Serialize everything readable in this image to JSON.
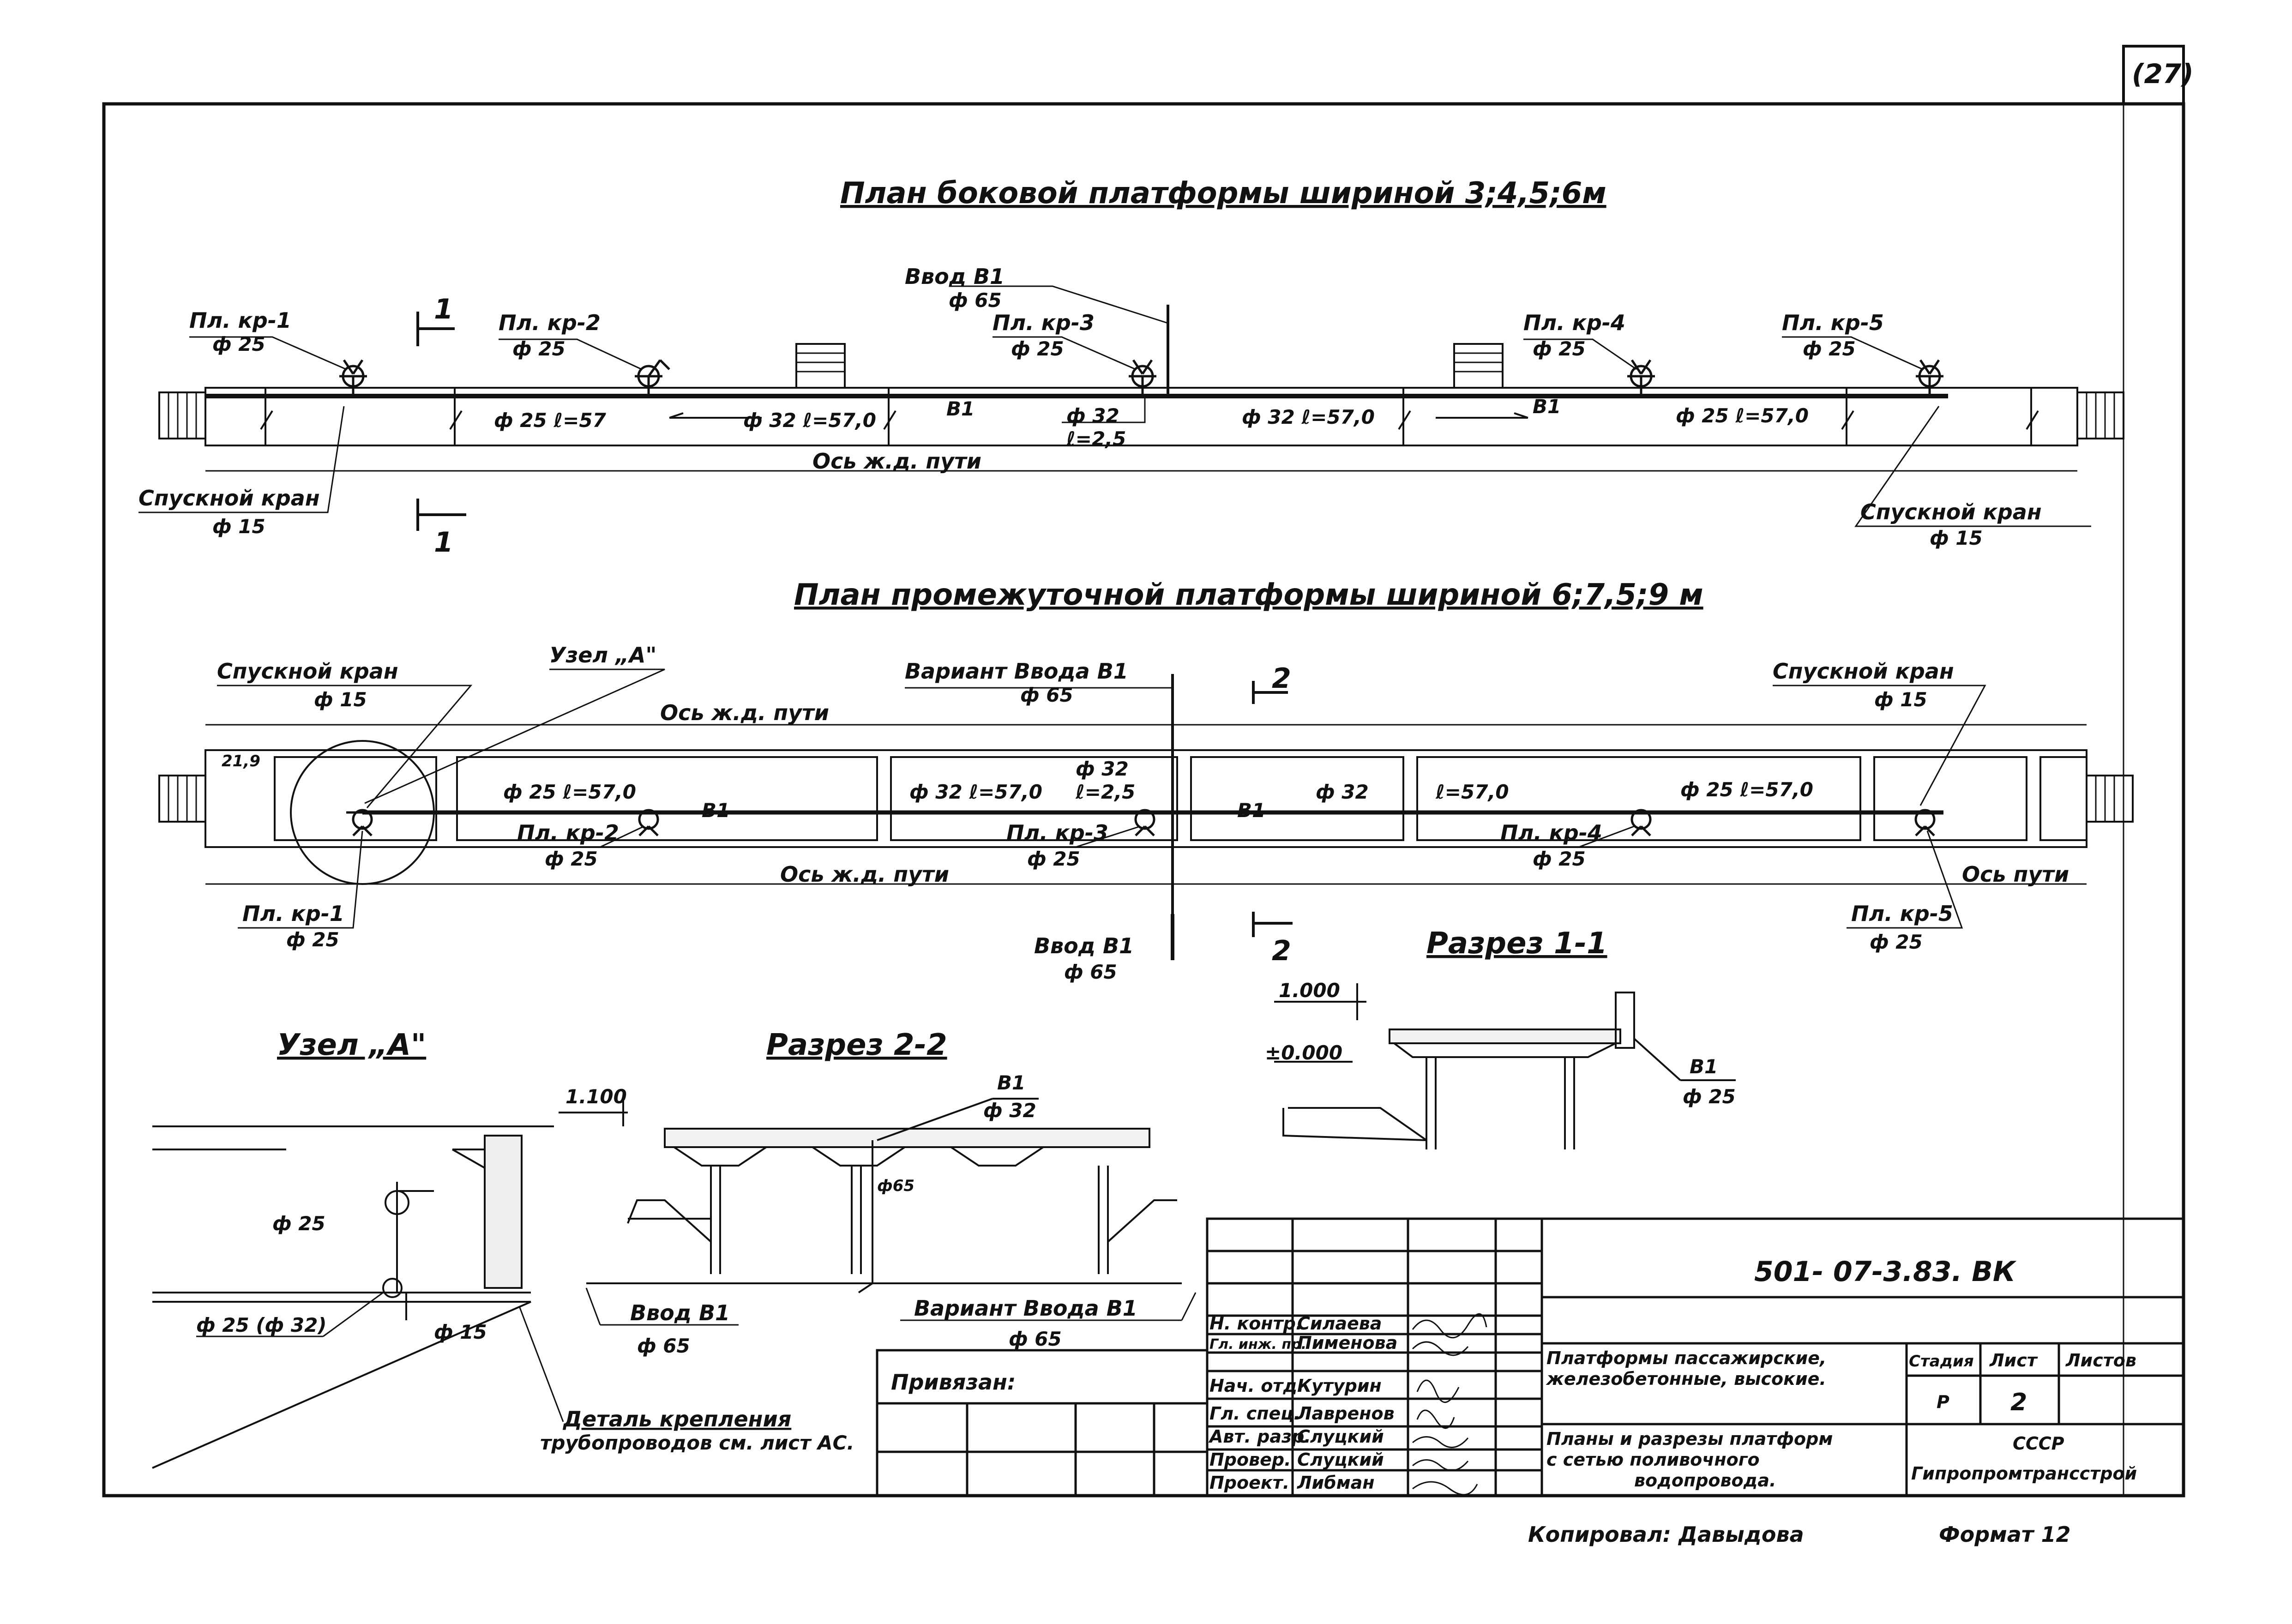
{
  "sheet_corner": "(27)",
  "plan1": {
    "title": "План боковой платформы   шириной 3;4,5;6м",
    "vvod": "Ввод В1",
    "vvod_d": "ф 65",
    "kr1": "Пл. кр-1",
    "kr1_d": "ф 25",
    "kr2": "Пл. кр-2",
    "kr2_d": "ф 25",
    "kr3": "Пл. кр-3",
    "kr3_d": "ф 25",
    "kr4": "Пл. кр-4",
    "kr4_d": "ф 25",
    "kr5": "Пл. кр-5",
    "kr5_d": "ф 25",
    "sec_mark": "1",
    "p1": "ф 25  ℓ=57",
    "p2": "ф 32  ℓ=57,0",
    "b1": "В1",
    "p3": "ф 32",
    "p3b": "ℓ=2,5",
    "p4": "ф 32  ℓ=57,0",
    "b1b": "В1",
    "p5": "ф 25  ℓ=57,0",
    "axis": "Ось ж.д. пути",
    "drain_l": "Спускной кран",
    "drain_l_d": "ф 15",
    "drain_r": "Спускной кран",
    "drain_r_d": "ф 15"
  },
  "plan2": {
    "title": "План промежуточной платформы шириной 6;7,5;9 м",
    "drain_l": "Спускной   кран",
    "drain_l_d": "ф 15",
    "node": "Узел „А\"",
    "var": "Вариант Ввода В1",
    "var_d": "ф 65",
    "sec_mark": "2",
    "drain_r": "Спускной кран",
    "drain_r_d": "ф 15",
    "axis_top": "Ось ж.д. пути",
    "dim": "21,9",
    "q1": "ф 25  ℓ=57,0",
    "b1": "В1",
    "q2": "ф 32  ℓ=57,0",
    "q3": "ф 32",
    "q3b": "ℓ=2,5",
    "b1b": "В1",
    "q4": "ф 32",
    "q5": "ℓ=57,0",
    "q6": "ф 25  ℓ=57,0",
    "kr2": "Пл. кр-2",
    "kr2_d": "ф 25",
    "kr3": "Пл. кр-3",
    "kr3_d": "ф 25",
    "kr4": "Пл. кр-4",
    "kr4_d": "ф 25",
    "axis_bot": "Ось  ж.д.  пути",
    "axis_r": "Ось пути",
    "kr1": "Пл. кр-1",
    "kr1_d": "ф 25",
    "kr5": "Пл. кр-5",
    "kr5_d": "ф 25",
    "vvod": "Ввод В1",
    "vvod_d": "ф 65"
  },
  "node_a": {
    "title": "Узел „А\"",
    "d1": "ф 25",
    "d2": "ф 25 (ф 32)",
    "d3": "ф 15",
    "note1": "Деталь крепления",
    "note2": "трубопроводов см. лист АС."
  },
  "sec22": {
    "title": "Разрез 2-2",
    "lvl": "1.100",
    "p1": "В1",
    "p1d": "ф 32",
    "p2": "ф65",
    "vvod": "Ввод В1",
    "vvod_d": "ф 65",
    "var": "Вариант Ввода  В1",
    "var_d": "ф 65"
  },
  "sec11": {
    "title": "Разрез 1-1",
    "lvl1": "1.000",
    "lvl0": "±0.000",
    "b1": "В1",
    "b1d": "ф 25"
  },
  "title_block": {
    "code": "501- 07-3.83.   ВК",
    "roles": [
      "Н. контр.",
      "Гл. инж. пр.",
      "Нач. отд.",
      "Гл. спец.",
      "Авт. разр.",
      "Провер.",
      "Проект."
    ],
    "names": [
      "Силаева",
      "Пименова",
      "Кутурин",
      "Лавренов",
      "Слуцкий",
      "Слуцкий",
      "Либман"
    ],
    "privyazan": "Привязан:",
    "desc1": "Платформы пассажирские,",
    "desc2": "железобетонные, высокие.",
    "desc3": "Планы и разрезы платформ",
    "desc4": "с сетью   поливочного",
    "desc5": "водопровода.",
    "stage_h": "Стадия",
    "list_h": "Лист",
    "lists_h": "Листов",
    "stage": "Р",
    "list": "2",
    "org1": "СССР",
    "org2": "Гипропромтрансстрой"
  },
  "footer": {
    "copied": "Копировал:  Давыдова",
    "format": "Формат  12"
  }
}
